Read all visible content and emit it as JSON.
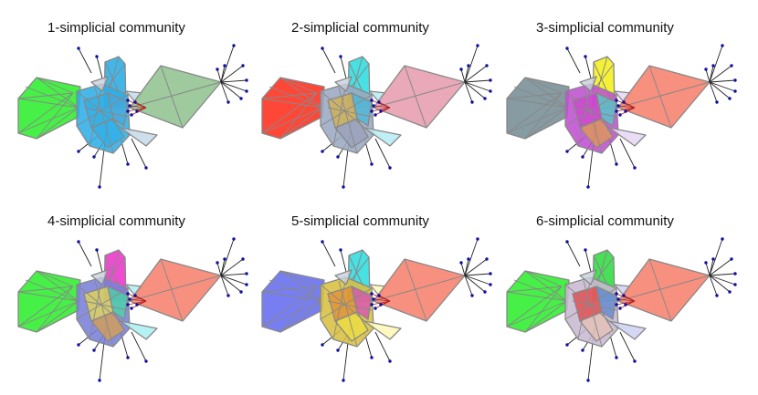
{
  "panels": [
    {
      "title": "1-simplicial community",
      "left_color": "#33ee33",
      "center_color": "#2eaee6",
      "top_color": "#2eaee6",
      "kite_color": "#99c799",
      "right_color": "#c8dbe8",
      "mid_colors": [
        "#2eaee6",
        "#4aa6d8",
        "#2eaee6"
      ]
    },
    {
      "title": "2-simplicial community",
      "left_color": "#ff3322",
      "center_color": "#9aa8c0",
      "top_color": "#33dde0",
      "kite_color": "#e8a4b4",
      "right_color": "#b8ecf4",
      "mid_colors": [
        "#d8b040",
        "#40b8d8",
        "#98a0b8"
      ]
    },
    {
      "title": "3-simplicial community",
      "left_color": "#7a9098",
      "center_color": "#c050d0",
      "top_color": "#f4f020",
      "kite_color": "#f88a78",
      "right_color": "#e8d8f4",
      "mid_colors": [
        "#d040d0",
        "#40d8c8",
        "#e0a040"
      ]
    },
    {
      "title": "4-simplicial community",
      "left_color": "#33ee33",
      "center_color": "#7a80d8",
      "top_color": "#ee38cc",
      "kite_color": "#f88a78",
      "right_color": "#aef0f4",
      "mid_colors": [
        "#f0e040",
        "#40e0a0",
        "#e0a040"
      ]
    },
    {
      "title": "5-simplicial community",
      "left_color": "#6870f0",
      "center_color": "#d8c040",
      "top_color": "#33dde0",
      "kite_color": "#f88a78",
      "right_color": "#fff8b8",
      "mid_colors": [
        "#e08830",
        "#d840c0",
        "#f0e040"
      ]
    },
    {
      "title": "6-simplicial community",
      "left_color": "#33ee33",
      "center_color": "#c8b8d0",
      "top_color": "#33dd44",
      "kite_color": "#f88a78",
      "right_color": "#d0d4f4",
      "mid_colors": [
        "#ee3333",
        "#5080d0",
        "#e8c0b0"
      ]
    }
  ],
  "edge_color": "#888888",
  "node_color": "#1010a0"
}
